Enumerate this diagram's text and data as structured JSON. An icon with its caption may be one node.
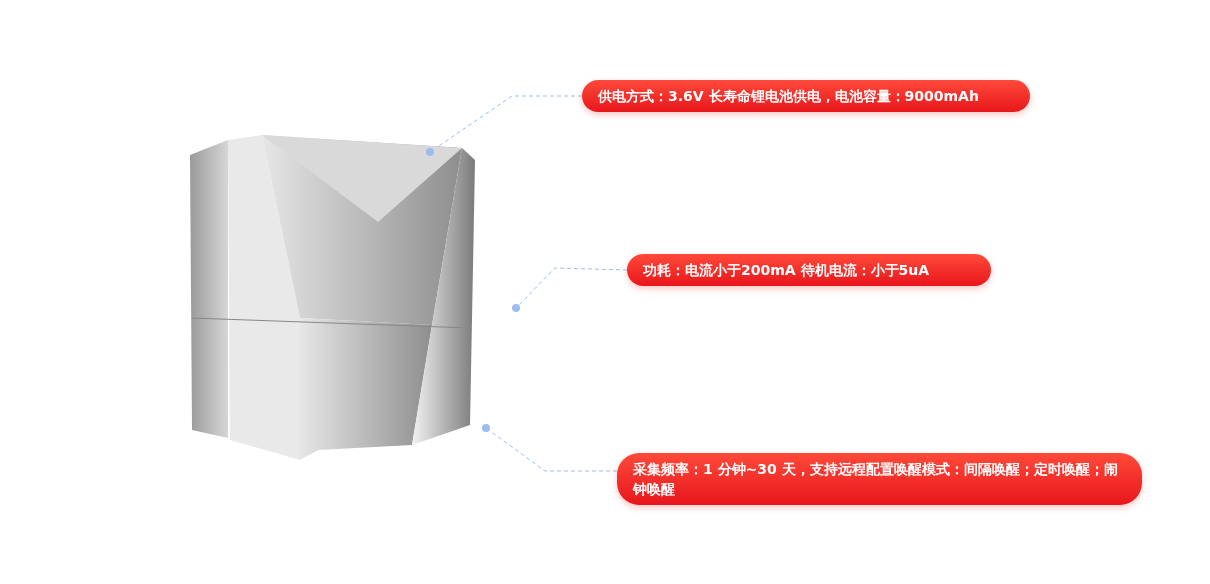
{
  "diagram": {
    "nodes": [
      {
        "text": [],
        "shape": "picture"
      },
      {
        "text": [
          "供电方式：3.6V 长寿命锂电池供电，电池容量：9000mAh"
        ]
      },
      {
        "text": [],
        "shape": "circle",
        "in": 0
      },
      {
        "text": [
          "功耗：电流小于200mA 待机电流：小于5uA"
        ]
      },
      {
        "text": [],
        "shape": "circle"
      },
      {
        "text": [
          "采集频率：1 分钟~30 天，支持远程配置唤醒模式：间隔唤醒；定时唤醒；闹钟唤醒"
        ]
      },
      {
        "text": [],
        "shape": "circle"
      }
    ],
    "edges": [
      {
        "from": 1,
        "to": 2,
        "arrow": "none",
        "style": "dashed"
      },
      {
        "from": 3,
        "to": 4,
        "arrow": "none",
        "style": "dashed"
      },
      {
        "from": 5,
        "to": 6,
        "arrow": "none",
        "style": "dashed"
      }
    ]
  }
}
